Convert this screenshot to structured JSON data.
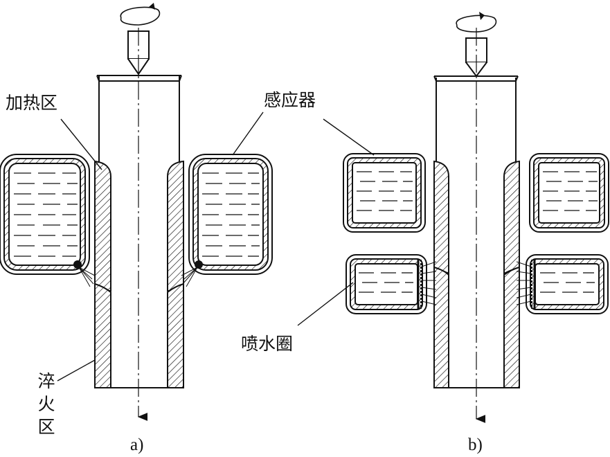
{
  "diagram_a": {
    "label_heating_zone": "加热区",
    "label_quench_zone_chars": [
      "淬",
      "火",
      "区"
    ],
    "caption": "a)"
  },
  "diagram_b": {
    "label_inductor": "感应器",
    "label_spray_ring": "喷水圈",
    "caption": "b)"
  },
  "colors": {
    "ink": "#111111",
    "paper": "#ffffff"
  },
  "icons": {
    "rotation": "rotation-arrow-icon"
  }
}
